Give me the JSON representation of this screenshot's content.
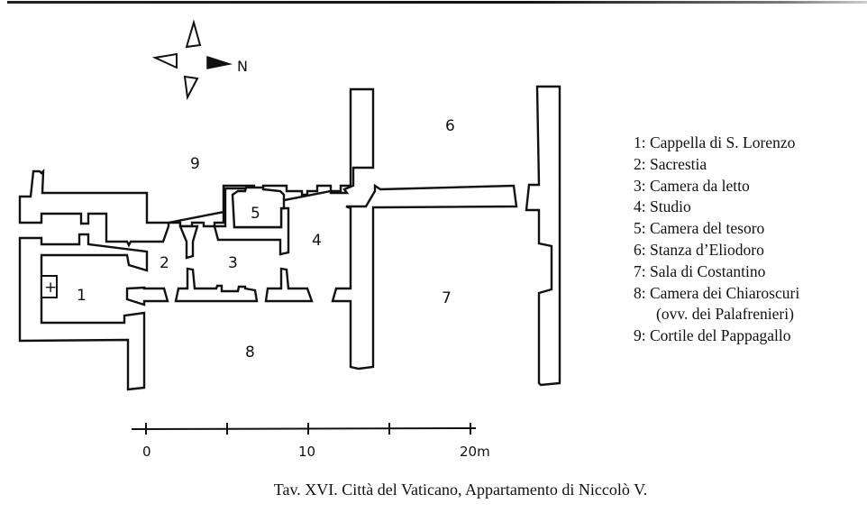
{
  "compass": {
    "north_label": "N",
    "icon": "compass-rose-icon"
  },
  "rooms": [
    {
      "number": "1",
      "name": "Cappella di S. Lorenzo"
    },
    {
      "number": "2",
      "name": "Sacrestia"
    },
    {
      "number": "3",
      "name": "Camera da letto"
    },
    {
      "number": "4",
      "name": "Studio"
    },
    {
      "number": "5",
      "name": "Camera del tesoro"
    },
    {
      "number": "6",
      "name": "Stanza d’Eliodoro"
    },
    {
      "number": "7",
      "name": "Sala di Costantino"
    },
    {
      "number": "8",
      "name": "Camera dei Chiaroscuri",
      "name_cont": "(ovv. dei Palafrenieri)"
    },
    {
      "number": "9",
      "name": "Cortile del Pappagallo"
    }
  ],
  "legend": [
    "1: Cappella di S. Lorenzo",
    "2: Sacrestia",
    "3: Camera da letto",
    "4: Studio",
    "5: Camera del tesoro",
    "6: Stanza d’Eliodoro",
    "7: Sala di Costantino",
    "8: Camera dei Chiaroscuri",
    "(ovv. dei Palafrenieri)",
    "9: Cortile del Pappagallo"
  ],
  "altar_symbol": "+",
  "scale_bar": {
    "unit": "m",
    "ticks": [
      0,
      5,
      10,
      15,
      20
    ],
    "labels": [
      "0",
      "10",
      "20m"
    ]
  },
  "caption": "Tav. XVI. Città del Vaticano, Appartamento di Niccolò V."
}
